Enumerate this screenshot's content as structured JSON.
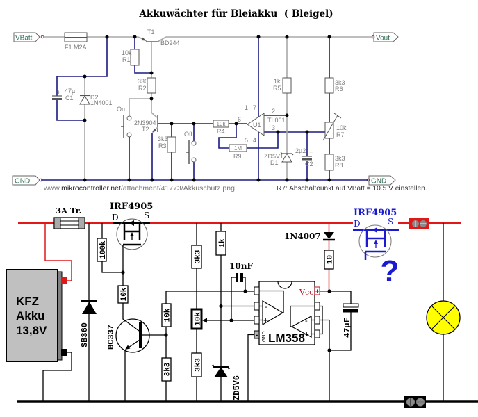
{
  "title": "Akkuwächter für Bleiakku  ( Bleigel)",
  "top_circuit": {
    "ports": {
      "vbatt": "VBatt",
      "vout": "Vout",
      "gnd_left": "GND",
      "gnd_right": "GND"
    },
    "f1": {
      "label": "F1 M2A"
    },
    "c1": {
      "value": "47µ",
      "ref": "C1",
      "polarity": "+"
    },
    "d2": {
      "ref": "D2",
      "value": "1N4001"
    },
    "t1": {
      "ref": "T1",
      "value": "BD244"
    },
    "r1": {
      "value": "10k",
      "ref": "R1"
    },
    "r2": {
      "value": "330",
      "ref": "R2"
    },
    "t2": {
      "value": "2N3904",
      "ref": "T2"
    },
    "r3": {
      "value": "3k3",
      "ref": "R3"
    },
    "r4": {
      "value": "10k",
      "ref": "R4"
    },
    "r5": {
      "value": "1k",
      "ref": "R5"
    },
    "r6": {
      "value": "3k3",
      "ref": "R6"
    },
    "r7": {
      "value": "10k",
      "ref": "R7"
    },
    "r8": {
      "value": "3k3",
      "ref": "R8"
    },
    "r9": {
      "value": "1M",
      "ref": "R9"
    },
    "u1": {
      "ref": "U1",
      "value": "TL061",
      "pin_1": "1",
      "pin_7": "7",
      "pin_2": "2",
      "pin_3": "3",
      "pin_6": "6",
      "pin_5": "5",
      "pin_4": "4"
    },
    "d1": {
      "value": "ZD5V1",
      "ref": "D1"
    },
    "c2": {
      "value": "2µ2",
      "ref": "C2",
      "polarity": "+"
    },
    "switch_on": "On",
    "switch_off": "Off"
  },
  "source_link": {
    "prefix": "www.",
    "domain": "mikrocontroller.net",
    "path": "/attachment/41773/Akkuschutz.png"
  },
  "note": "R7: Abschaltounkt auf VBatt = 10.5 V einstellen.",
  "bottom_circuit": {
    "fuse": "3A Tr.",
    "battery": {
      "line1": "KFZ",
      "line2": "Akku",
      "line3": "13,8V"
    },
    "mosfet_main": {
      "value": "IRF4905",
      "drain": "D",
      "source": "S"
    },
    "mosfet_alt": {
      "value": "IRF4905",
      "drain": "D",
      "source": "S",
      "mark": "?"
    },
    "r_gate_pullup": "100k",
    "r_base": "10k",
    "diode_sb360": "SB360",
    "transistor": "BC337",
    "divider_a": {
      "top": "10k",
      "bottom": "3k3"
    },
    "divider_b": {
      "top": "3k3",
      "pot": "10k",
      "bottom": "3k3"
    },
    "r_zener": "1k",
    "cap_10nf": "10nF",
    "zener": "ZD5V6",
    "ic": {
      "name": "LM358",
      "gnd": "GND",
      "vcc": "Vcc",
      "vcc_pin": "+",
      "gnd_pin": "-",
      "inv": "-",
      "noninv": "+"
    },
    "diode_1n4007": "1N4007",
    "r_supply": "10",
    "cap_47uf": "47µF"
  },
  "colors": {
    "wire_gray": "#a8a8a8",
    "wire_navy": "#1a1a80",
    "rail_red": "#e01818",
    "alt_blue": "#1a1ad0",
    "lamp_yellow": "#ffff00",
    "battery_gray": "#c0c0c0",
    "label_gray": "#7a7a7a",
    "port_green": "#2f6f52"
  }
}
